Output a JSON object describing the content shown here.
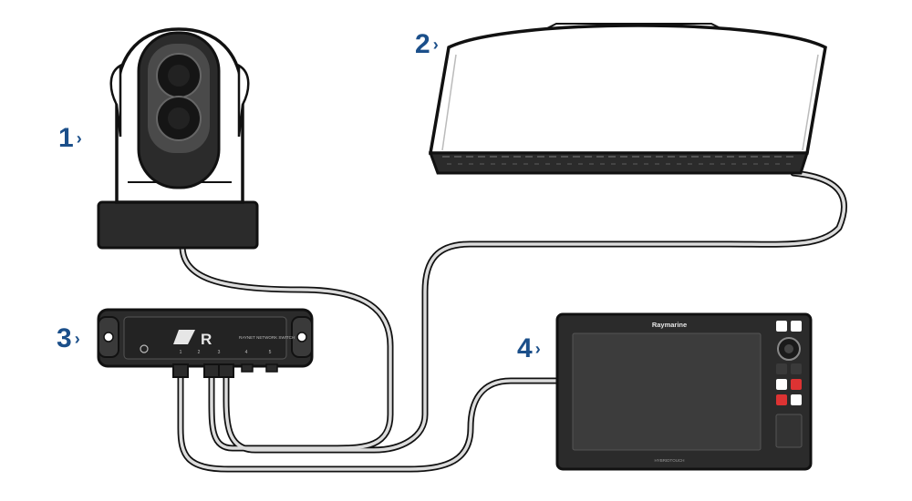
{
  "callouts": [
    {
      "number": "1",
      "item": "camera"
    },
    {
      "number": "2",
      "item": "radar"
    },
    {
      "number": "3",
      "item": "switch"
    },
    {
      "number": "4",
      "item": "display"
    }
  ],
  "switch": {
    "label": "RAYNET NETWORK SWITCH",
    "ports": [
      "1",
      "2",
      "3",
      "4",
      "5"
    ],
    "logo": "R"
  },
  "display": {
    "brand": "Raymarine",
    "footer": "HYBRIDTOUCH"
  },
  "colors": {
    "callout": "#1b4f8a",
    "outline": "#111111",
    "device_dark": "#2b2b2b",
    "screen": "#3c3c3c"
  }
}
